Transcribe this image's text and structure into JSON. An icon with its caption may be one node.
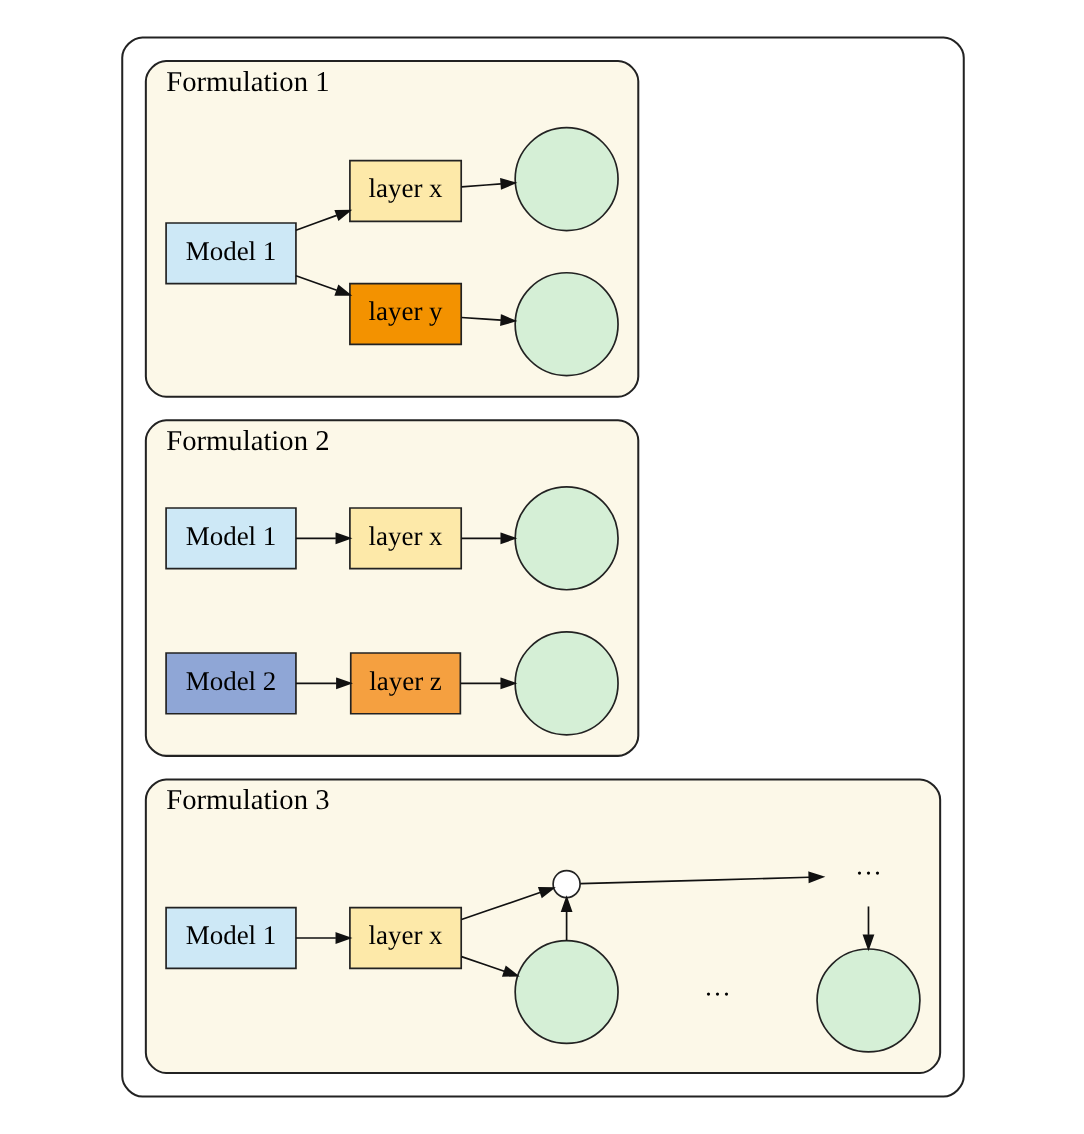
{
  "diagram": {
    "nodes": [
      {
        "text": [],
        "shape": "box"
      },
      {
        "text": [
          "Formulation 1"
        ],
        "in": 0
      },
      {
        "text": [
          "Model 1"
        ],
        "in": 1
      },
      {
        "text": [
          "layer x"
        ],
        "in": 1
      },
      {
        "text": [
          "layer y"
        ],
        "in": 1
      },
      {
        "text": [],
        "shape": "circle",
        "in": 1
      },
      {
        "text": [],
        "shape": "circle",
        "in": 1
      },
      {
        "text": [
          "Formulation 2"
        ],
        "in": 0
      },
      {
        "text": [
          "Model 1"
        ],
        "in": 7
      },
      {
        "text": [
          "layer x"
        ],
        "in": 7
      },
      {
        "text": [
          "Model 2"
        ],
        "in": 7
      },
      {
        "text": [
          "layer z"
        ],
        "in": 7
      },
      {
        "text": [],
        "shape": "circle",
        "in": 7
      },
      {
        "text": [],
        "shape": "circle",
        "in": 7
      },
      {
        "text": [
          "Formulation 3"
        ],
        "in": 0
      },
      {
        "text": [
          "Model 1"
        ],
        "in": 14
      },
      {
        "text": [
          "layer x"
        ],
        "in": 14
      },
      {
        "text": [],
        "shape": "circle",
        "in": 14
      },
      {
        "text": [],
        "shape": "circle",
        "in": 14
      },
      {
        "text": [
          "···"
        ],
        "in": 14
      },
      {
        "text": [],
        "shape": "circle",
        "in": 14
      }
    ],
    "edges": [
      {
        "from": 2,
        "to": 3,
        "arrow": "to"
      },
      {
        "from": 2,
        "to": 4,
        "arrow": "to"
      },
      {
        "from": 3,
        "to": 5,
        "arrow": "to"
      },
      {
        "from": 4,
        "to": 6,
        "arrow": "to"
      },
      {
        "from": 8,
        "to": 9,
        "arrow": "to"
      },
      {
        "from": 9,
        "to": 12,
        "arrow": "to"
      },
      {
        "from": 10,
        "to": 11,
        "arrow": "to"
      },
      {
        "from": 11,
        "to": 13,
        "arrow": "to"
      },
      {
        "from": 15,
        "to": 16,
        "arrow": "to"
      },
      {
        "from": 16,
        "to": 17,
        "arrow": "to"
      },
      {
        "from": 16,
        "to": 18,
        "arrow": "to"
      },
      {
        "from": 17,
        "to": 18,
        "arrow": "to"
      },
      {
        "from": 18,
        "to": 19,
        "arrow": "to"
      },
      {
        "from": 19,
        "to": 20,
        "arrow": "to"
      }
    ],
    "labels": [
      "···"
    ]
  }
}
